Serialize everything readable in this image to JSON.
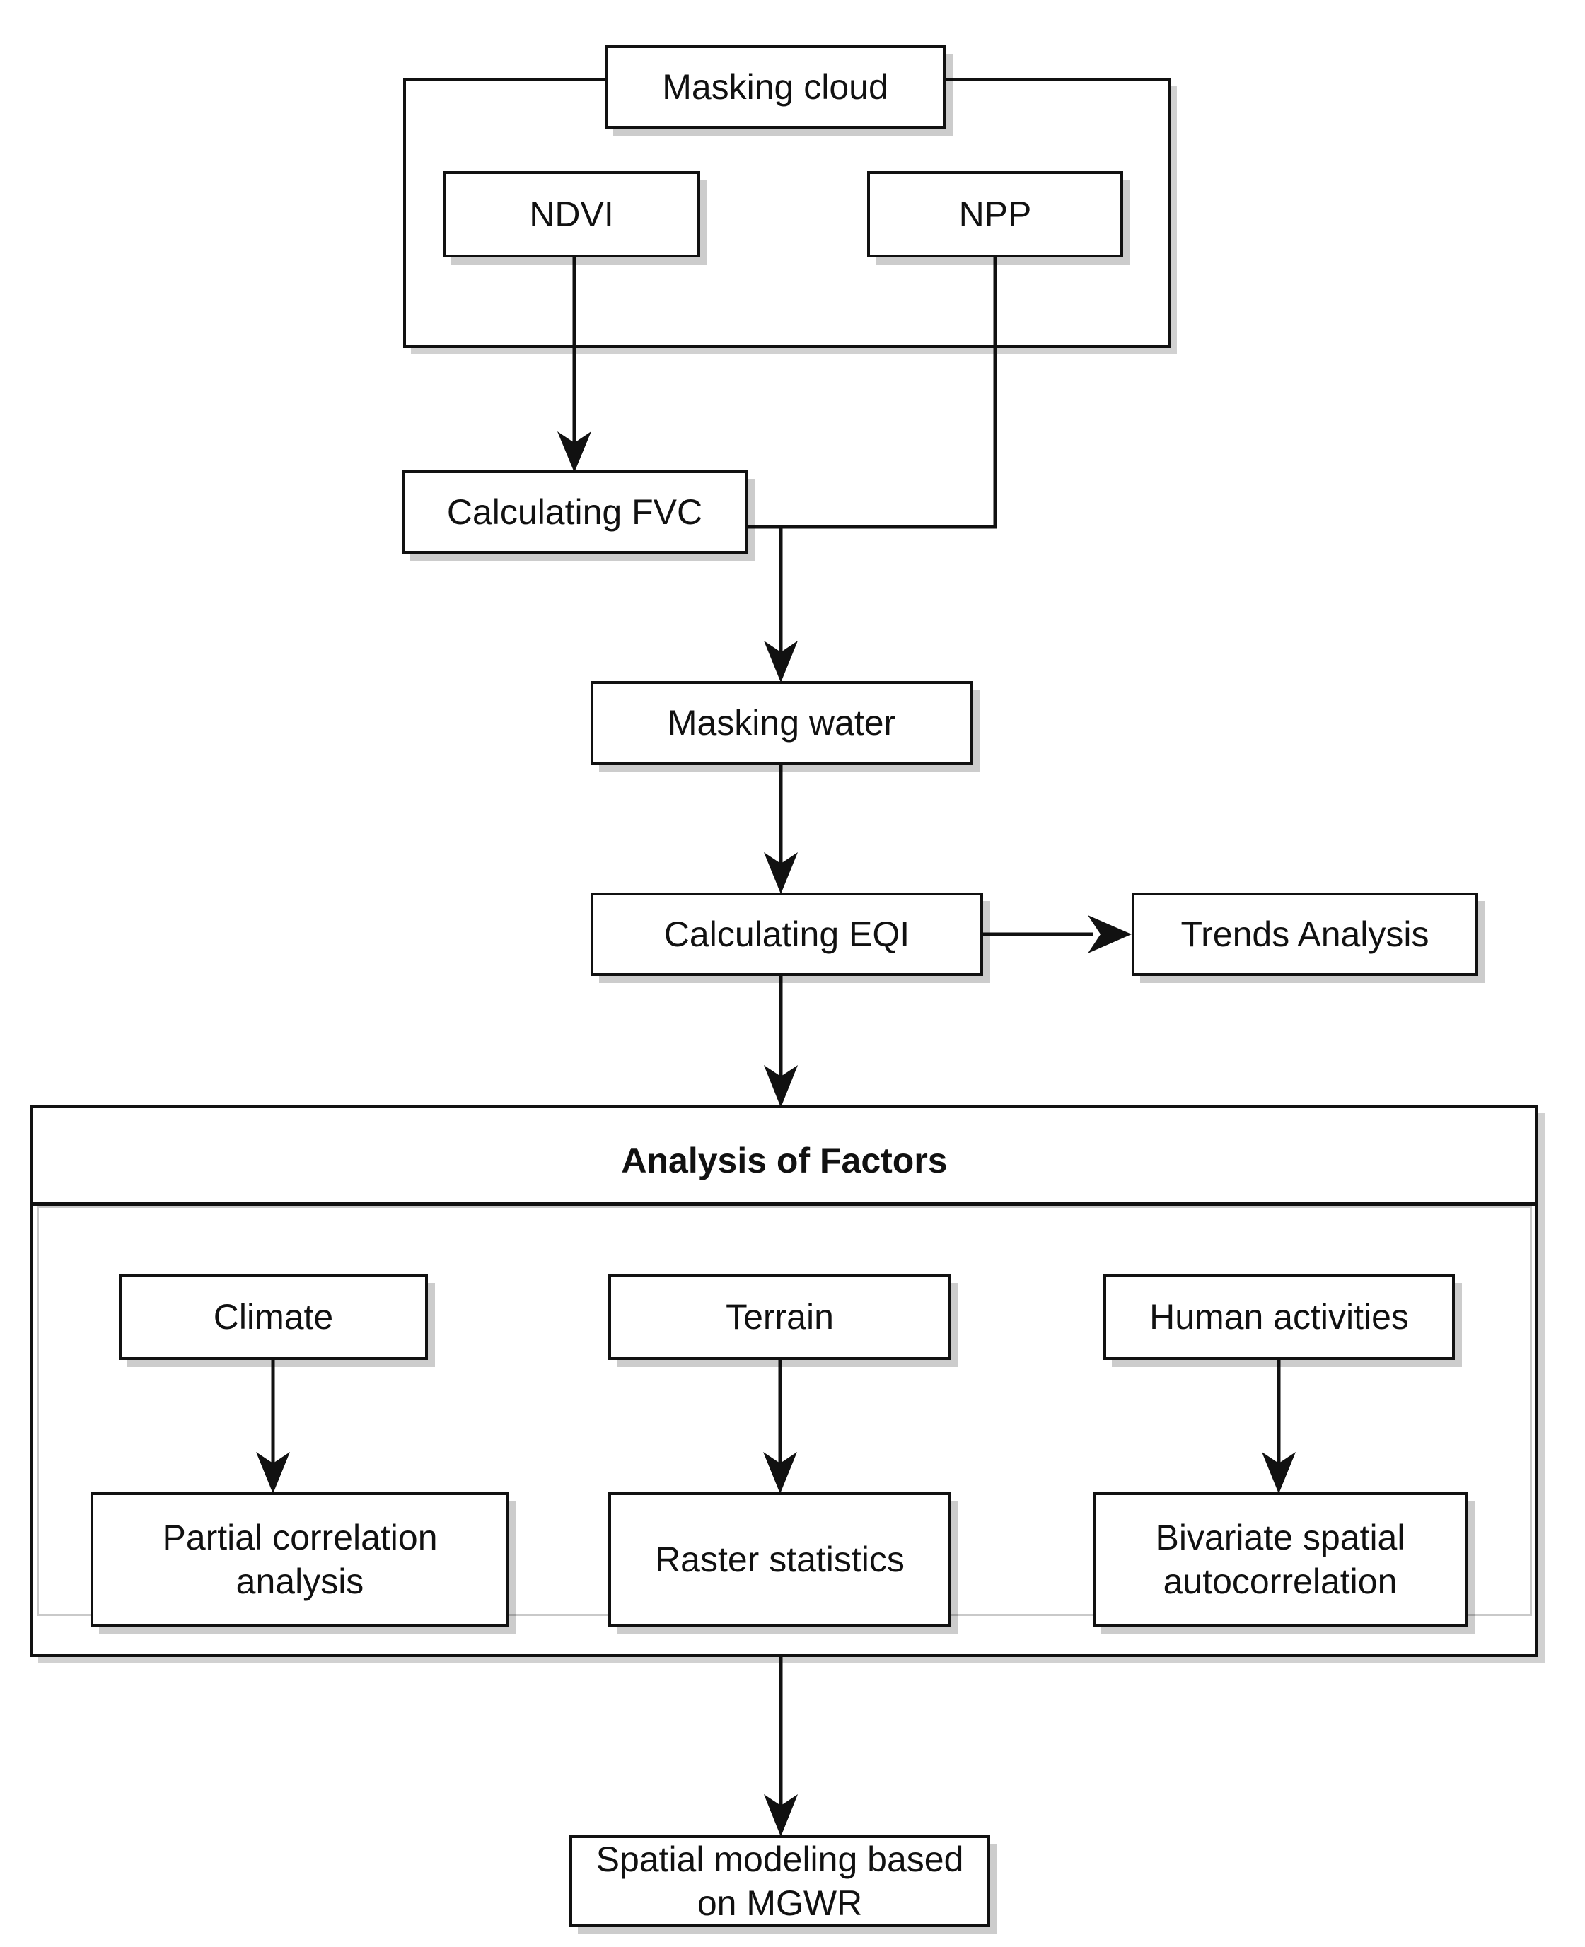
{
  "diagram": {
    "title": "Environmental Quality Index research workflow flowchart",
    "accent_color": "#111111",
    "shadow_color": "#c8c8c8",
    "background": "#ffffff"
  },
  "nodes": {
    "masking_cloud": "Masking cloud",
    "ndvi": "NDVI",
    "npp": "NPP",
    "calculating_fvc": "Calculating FVC",
    "masking_water": "Masking water",
    "calculating_eqi": "Calculating EQI",
    "trends_analysis": "Trends Analysis",
    "analysis_of_factors": "Analysis of Factors",
    "climate": "Climate",
    "terrain": "Terrain",
    "human_activities": "Human activities",
    "partial_correlation_analysis_line1": "Partial correlation",
    "partial_correlation_analysis_line2": "analysis",
    "raster_statistics": "Raster statistics",
    "bivariate_line1": "Bivariate spatial",
    "bivariate_line2": "autocorrelation",
    "spatial_modeling_line1": "Spatial modeling based",
    "spatial_modeling_line2": "on MGWR"
  },
  "edges": [
    {
      "from": "masking-cloud",
      "to": "preprocessing-group",
      "style": "orthogonal"
    },
    {
      "from": "ndvi",
      "to": "calculating-fvc",
      "style": "arrow-down"
    },
    {
      "from": "npp",
      "to": "fvc-output-junction",
      "style": "orthogonal"
    },
    {
      "from": "calculating-fvc",
      "to": "masking-water",
      "style": "arrow-down"
    },
    {
      "from": "masking-water",
      "to": "calculating-eqi",
      "style": "arrow-down"
    },
    {
      "from": "calculating-eqi",
      "to": "trends-analysis",
      "style": "arrow-right"
    },
    {
      "from": "calculating-eqi",
      "to": "analysis-of-factors",
      "style": "arrow-down"
    },
    {
      "from": "climate",
      "to": "partial-correlation-analysis",
      "style": "arrow-down"
    },
    {
      "from": "terrain",
      "to": "raster-statistics",
      "style": "arrow-down"
    },
    {
      "from": "human-activities",
      "to": "bivariate-spatial-autocorrelation",
      "style": "arrow-down"
    },
    {
      "from": "analysis-of-factors",
      "to": "spatial-modeling-mgwr",
      "style": "arrow-down"
    }
  ]
}
